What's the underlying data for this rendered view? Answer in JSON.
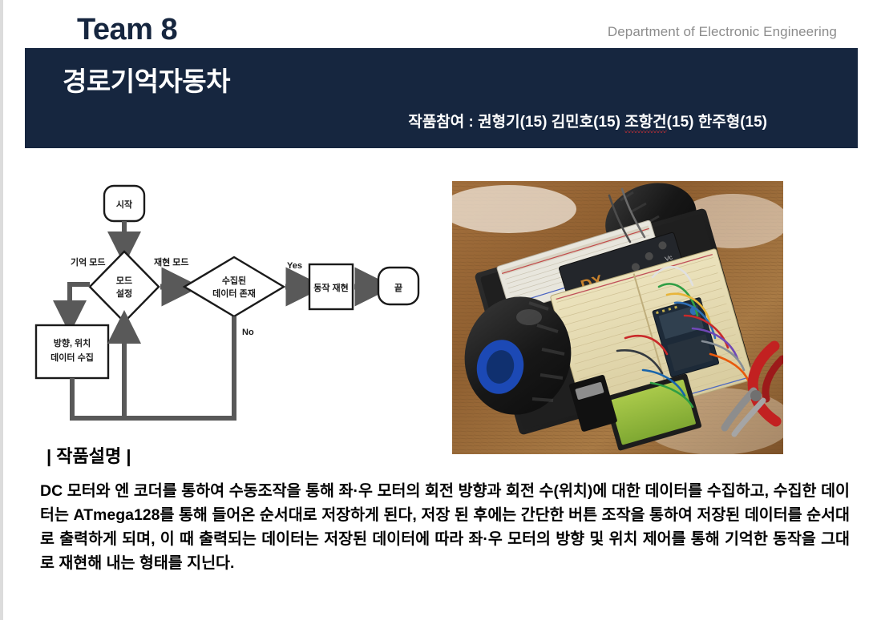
{
  "header": {
    "team": "Team 8",
    "department": "Department of Electronic Engineering",
    "project_title": "경로기억자동차",
    "participants_label": "작품참여 : ",
    "participants": [
      {
        "name": "권형기",
        "grade": "(15)",
        "misspelled": false
      },
      {
        "name": "김민호",
        "grade": "(15)",
        "misspelled": false
      },
      {
        "name": "조항건",
        "grade": "(15)",
        "misspelled": true
      },
      {
        "name": "한주형",
        "grade": "(15)",
        "misspelled": false
      }
    ],
    "participants_full": "작품참여 : 권형기(15) 김민호(15) 조항건(15) 한주형(15)"
  },
  "colors": {
    "navy": "#16263f",
    "dept_gray": "#8c8c8c",
    "white": "#ffffff",
    "black": "#000000",
    "arrow_gray": "#595959",
    "spell_error_red": "#ee3333"
  },
  "flowchart": {
    "nodes": {
      "start": "시작",
      "mode_decision": "모드\n설정",
      "mode_decision_line1": "모드",
      "mode_decision_line2": "설정",
      "collect": "방향, 위치\n데이터 수집",
      "collect_line1": "방향, 위치",
      "collect_line2": "데이터 수집",
      "data_exists": "수집된\n데이터 존재",
      "data_exists_line1": "수집된",
      "data_exists_line2": "데이터 존재",
      "replay": "동작 재현",
      "end": "끝"
    },
    "edge_labels": {
      "memory_mode": "기억 모드",
      "replay_mode": "재현 모드",
      "yes": "Yes",
      "no": "No"
    }
  },
  "photo": {
    "alt": "브레드보드와 ATmega128 보드가 실린 경로기억 자동차 사진",
    "caption": ""
  },
  "description": {
    "heading": "| 작품설명 |",
    "body": "  DC 모터와 엔 코더를 통하여 수동조작을 통해 좌·우 모터의 회전 방향과 회전 수(위치)에 대한 데이터를 수집하고, 수집한 데이터는 ATmega128를 통해 들어온 순서대로 저장하게 된다, 저장 된 후에는 간단한 버튼 조작을 통하여 저장된 데이터를 순서대로 출력하게 되며, 이 때 출력되는 데이터는 저장된 데이터에 따라 좌·우 모터의 방향 및 위치 제어를 통해 기억한 동작을 그대로 재현해 내는 형태를 지닌다."
  }
}
